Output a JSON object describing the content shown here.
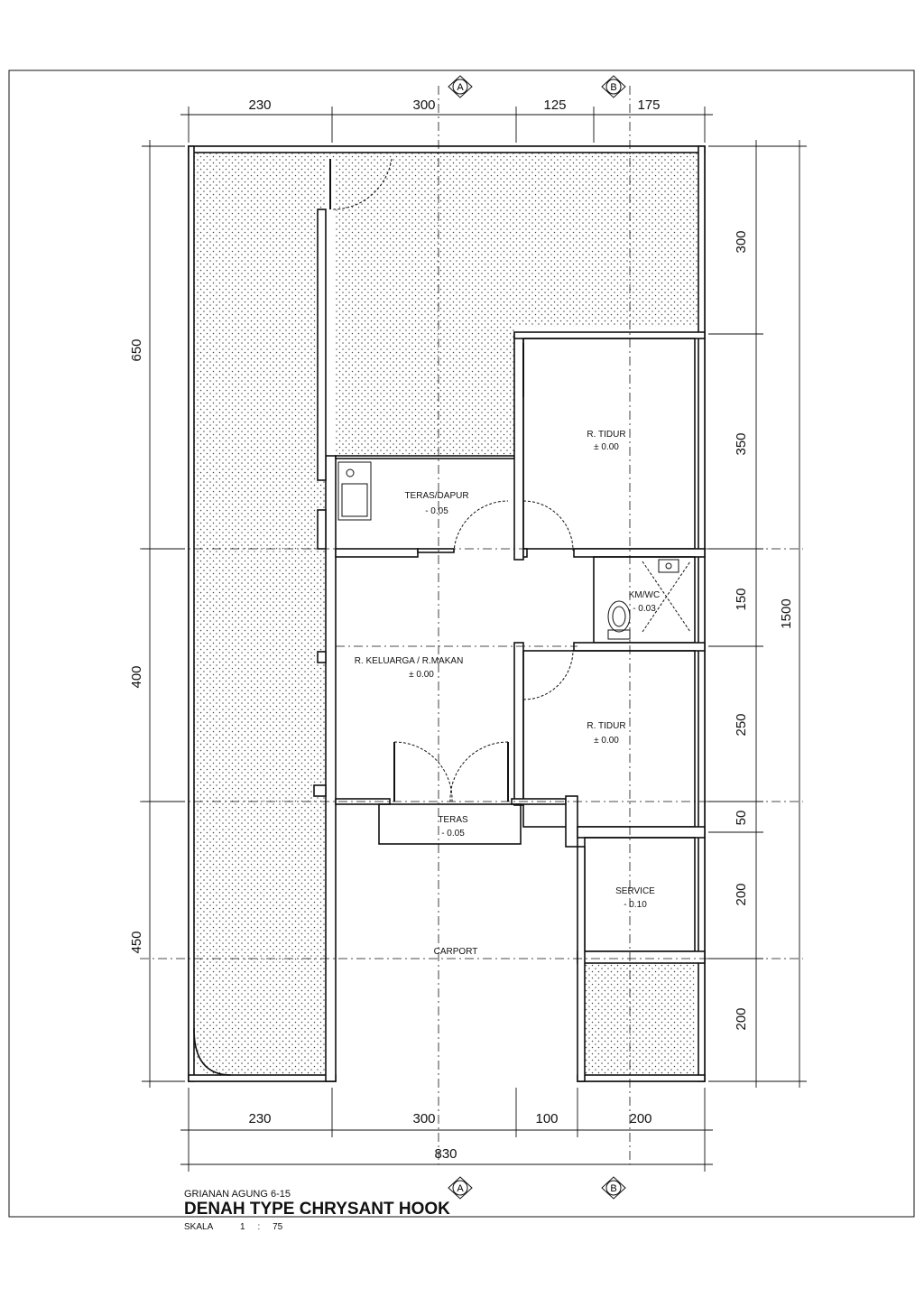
{
  "title_block": {
    "project": "GRIANAN  AGUNG  6-15",
    "title": "DENAH TYPE CHRYSANT HOOK",
    "scale_label": "SKALA",
    "scale_value": "1     :     75"
  },
  "section_markers": {
    "a": "A",
    "b": "B"
  },
  "dimensions": {
    "top": [
      "230",
      "300",
      "125",
      "175"
    ],
    "bottom": [
      "230",
      "300",
      "100",
      "200"
    ],
    "bottom_total": "830",
    "left": [
      "650",
      "400",
      "450"
    ],
    "right": [
      "300",
      "350",
      "150",
      "250",
      "50",
      "200",
      "200"
    ],
    "right_total": "1500"
  },
  "rooms": {
    "bedroom_top": {
      "name": "R. TIDUR",
      "level": "± 0.00"
    },
    "kitchen_terrace": {
      "name": "TERAS/DAPUR",
      "level": "- 0.05"
    },
    "bathroom": {
      "name": "KM/WC",
      "level": "- 0.03"
    },
    "family_dining": {
      "name": "R. KELUARGA / R.MAKAN",
      "level": "± 0.00"
    },
    "bedroom_bottom": {
      "name": "R. TIDUR",
      "level": "± 0.00"
    },
    "terrace": {
      "name": "TERAS",
      "level": "- 0.05"
    },
    "service": {
      "name": "SERVICE",
      "level": "- 0.10"
    },
    "carport": {
      "name": "CARPORT"
    }
  },
  "colors": {
    "line": "#111111",
    "hatch_dot": "#444444",
    "page": "#ffffff"
  }
}
